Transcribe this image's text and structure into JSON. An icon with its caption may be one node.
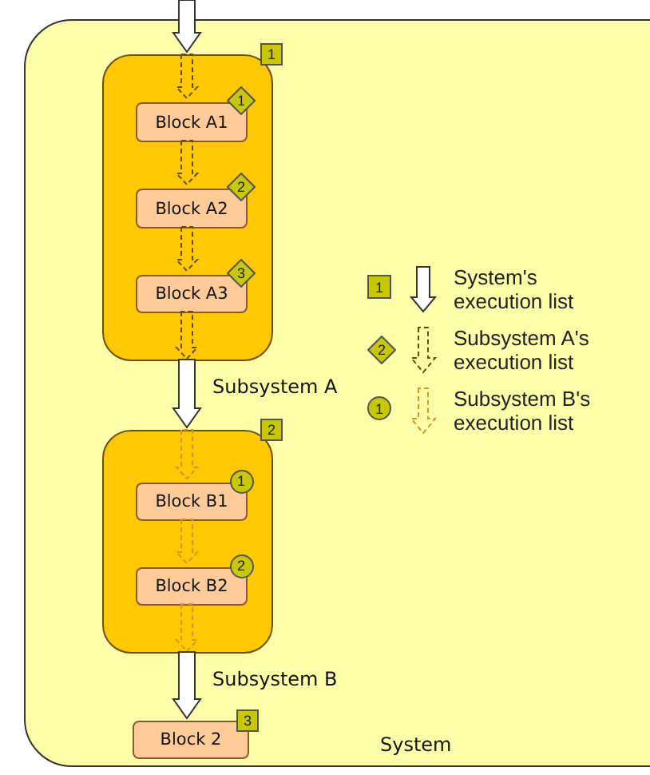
{
  "diagram": {
    "nodes": [
      {
        "text": [
          "System"
        ]
      },
      {
        "text": [
          "Subsystem A"
        ],
        "in": 0,
        "beside": [
          "1"
        ]
      },
      {
        "text": [
          "Block A1"
        ],
        "in": 1,
        "beside": [
          "1"
        ]
      },
      {
        "text": [
          "Block A2"
        ],
        "in": 1,
        "beside": [
          "2"
        ]
      },
      {
        "text": [
          "Block A3"
        ],
        "in": 1,
        "beside": [
          "3"
        ]
      },
      {
        "text": [
          "Subsystem B"
        ],
        "in": 0,
        "beside": [
          "2"
        ]
      },
      {
        "text": [
          "Block B1"
        ],
        "in": 5,
        "beside": [
          "1"
        ]
      },
      {
        "text": [
          "Block B2"
        ],
        "in": 5,
        "beside": [
          "2"
        ]
      },
      {
        "text": [
          "Block 2"
        ],
        "in": 0,
        "beside": [
          "3"
        ]
      }
    ],
    "edges": [
      {
        "from": null,
        "to": 1,
        "arrow": "to"
      },
      {
        "from": 1,
        "to": 2,
        "arrow": "to",
        "style": "dashed"
      },
      {
        "from": 2,
        "to": 3,
        "arrow": "to",
        "style": "dashed"
      },
      {
        "from": 3,
        "to": 4,
        "arrow": "to",
        "style": "dashed"
      },
      {
        "from": 4,
        "to": 1,
        "arrow": "to",
        "style": "dashed"
      },
      {
        "from": 1,
        "to": 5,
        "arrow": "to"
      },
      {
        "from": 5,
        "to": 6,
        "arrow": "to",
        "style": "dashed",
        "color": "#d09a20"
      },
      {
        "from": 6,
        "to": 7,
        "arrow": "to",
        "style": "dashed",
        "color": "#d09a20"
      },
      {
        "from": 7,
        "to": 5,
        "arrow": "to",
        "style": "dashed",
        "color": "#d09a20"
      },
      {
        "from": 5,
        "to": 8,
        "arrow": "to"
      }
    ],
    "labels": [
      "1",
      "2",
      "1"
    ],
    "legend": [
      {
        "text": "System's execution list"
      },
      {
        "text": "Subsystem A's execution list"
      },
      {
        "text": "Subsystem B's execution list"
      }
    ]
  }
}
